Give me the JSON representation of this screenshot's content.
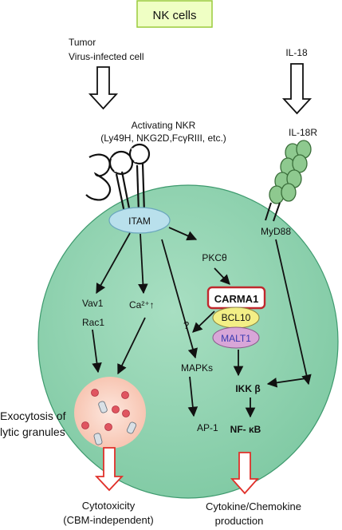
{
  "title": "NK cells",
  "stimulus_left": [
    "Tumor",
    "Virus-infected cell"
  ],
  "stimulus_right": "IL-18",
  "receptor_left": [
    "Activating NKR",
    "(Ly49H, NKG2D,FcγRIII, etc.)"
  ],
  "receptor_right": "IL-18R",
  "nodes": {
    "itam": "ITAM",
    "myd88": "MyD88",
    "pkc": "PKCθ",
    "vav1": "Vav1",
    "rac1": "Rac1",
    "calcium": "Ca²⁺↑",
    "question": "?",
    "carma1": "CARMA1",
    "bcl10": "BCL10",
    "malt1": "MALT1",
    "mapks": "MAPKs",
    "ikk": "IKK β",
    "ap1": "AP-1",
    "nfkb": "NF- κB"
  },
  "exocytosis_label": [
    "Exocytosis of",
    "lytic granules"
  ],
  "outcome_left": [
    "Cytotoxicity",
    "(CBM-independent)"
  ],
  "outcome_right": [
    "Cytokine/Chemokine",
    "production"
  ],
  "colors": {
    "cell": "#8fd3b1",
    "cell_stroke": "#3e9a6e",
    "title_box": "#efffc4",
    "title_border": "#9acb3c",
    "itam": "#b9e0ec",
    "receptor": "#8ec98f",
    "carma1_border": "#c0282d",
    "bcl10": "#f3ef86",
    "malt1": "#d8a6d8",
    "malt1_text": "#3a3ab0",
    "outcome_arrow": "#e0302a",
    "granule_zone": "#fbd6c8",
    "granule": "#e05560"
  }
}
